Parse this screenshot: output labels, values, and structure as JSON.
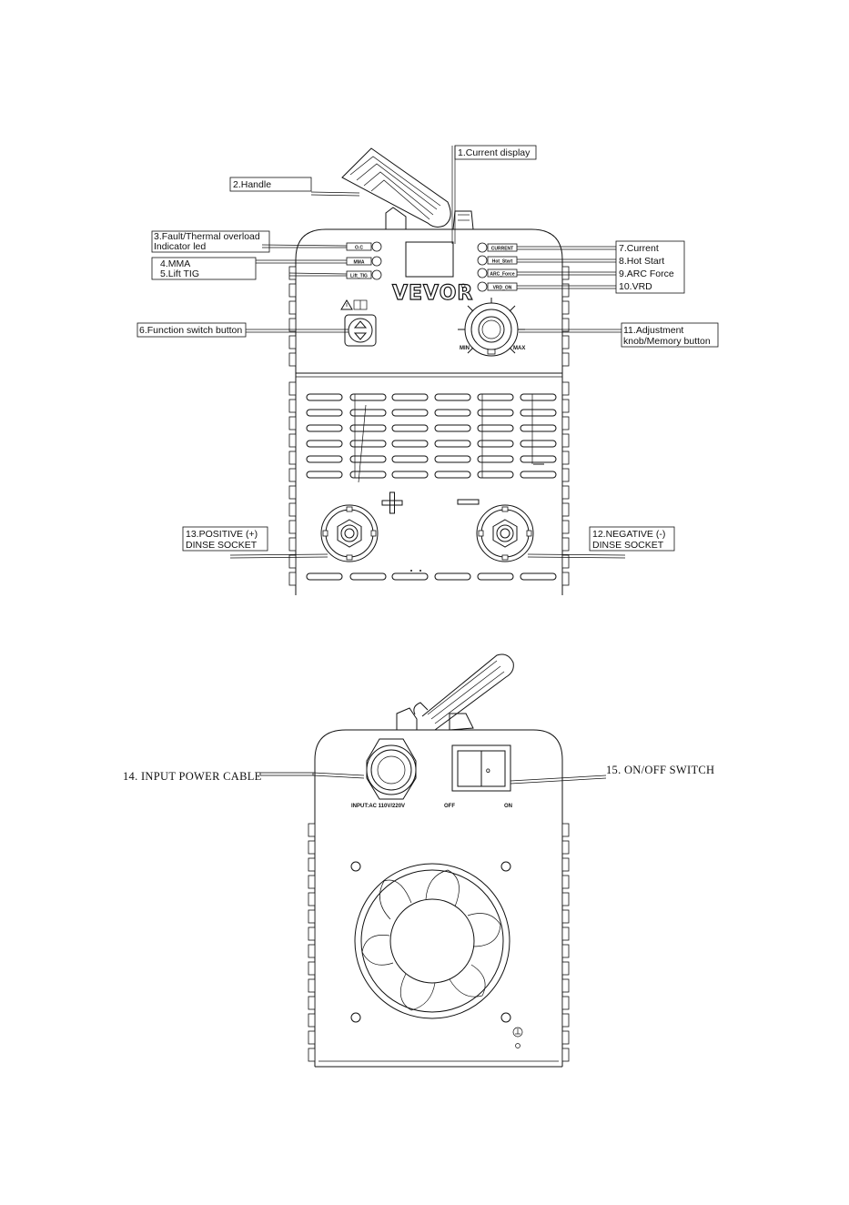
{
  "front_labels": {
    "current_display": "1.Current display",
    "handle": "2.Handle",
    "fault_line1": "3.Fault/Thermal overload",
    "fault_line2": "Indicator led",
    "mma": "4.MMA",
    "lift_tig": "5.Lift TIG",
    "function_switch": "6.Function switch button",
    "current": "7.Current",
    "hot_start": "8.Hot Start",
    "arc_force": "9.ARC Force",
    "vrd": "10.VRD",
    "knob_line1": "11.Adjustment",
    "knob_line2": "knob/Memory button",
    "negative_line1": "12.NEGATIVE (-)",
    "negative_line2": "DINSE SOCKET",
    "positive_line1": "13.POSITIVE (+)",
    "positive_line2": "DINSE SOCKET"
  },
  "back_labels": {
    "input_cable": "14. INPUT POWER CABLE",
    "on_off": "15. ON/OFF SWITCH"
  },
  "panel_text": {
    "brand": "VEVOR",
    "led_oc": "O.C",
    "led_mma": "MMA",
    "led_tig": "Lift_TIG",
    "led_current": "CURRENT",
    "led_hot": "Hot_Start",
    "led_arc": "ARC_Force",
    "led_vrd": "VRD_ON",
    "knob_min": "MIN",
    "knob_max": "MAX",
    "input_rating": "INPUT:AC 110V/220V",
    "off": "OFF",
    "on": "ON",
    "switch_mark": "O"
  }
}
